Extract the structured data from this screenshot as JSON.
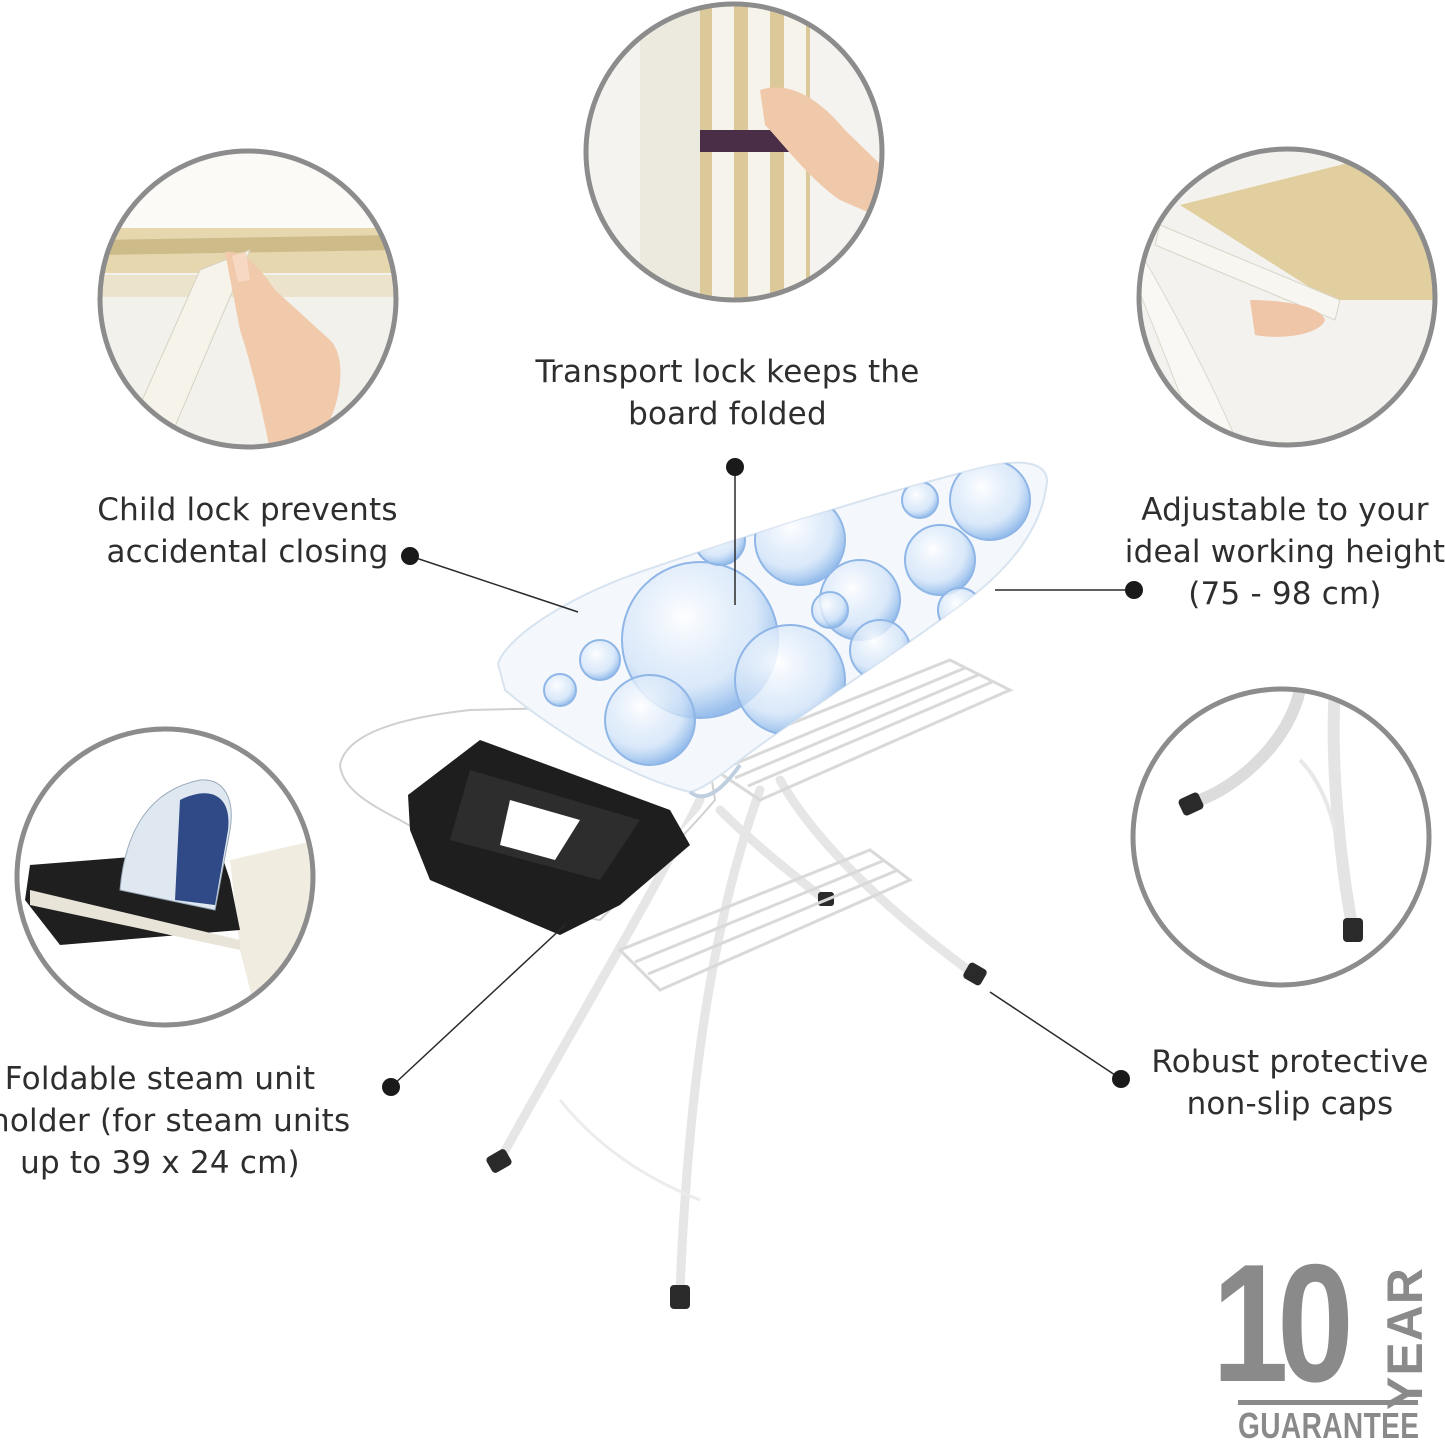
{
  "callouts": {
    "child_lock": [
      "Child lock prevents",
      "accidental closing"
    ],
    "transport_lock": [
      "Transport lock keeps the",
      "board folded"
    ],
    "adjustable": [
      "Adjustable to your",
      "ideal working height",
      "(75 - 98 cm)"
    ],
    "steam_holder": [
      "Foldable steam unit",
      "holder (for steam units",
      "up to 39 x 24 cm)"
    ],
    "caps": [
      "Robust protective",
      "non-slip caps"
    ]
  },
  "guarantee": {
    "number": "10",
    "unit": "YEAR",
    "word": "GUARANTEE"
  },
  "colors": {
    "circle_border": "#8c8c8c",
    "text": "#2e2e2e",
    "bubble": "#9cc3ee",
    "bubble_dark": "#6d9fde",
    "frame": "#ffffff",
    "holder": "#1e1e1e",
    "guarantee": "#8a8a8a"
  }
}
